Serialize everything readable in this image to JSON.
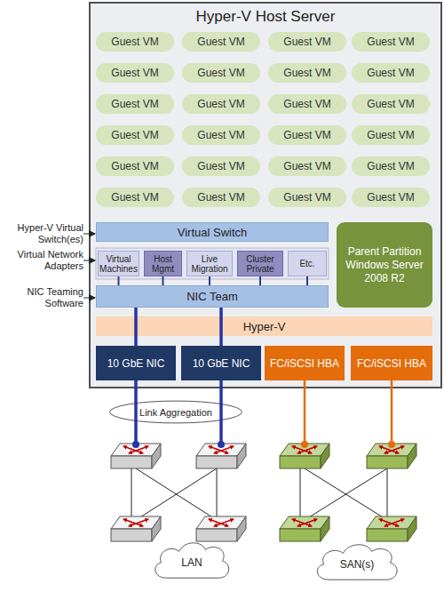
{
  "diagram": {
    "nodes": [
      {
        "text": [
          "Hyper-V Host Server"
        ]
      },
      {
        "text": [
          "Guest VM"
        ],
        "in": 0
      },
      {
        "text": [
          "Guest VM"
        ],
        "in": 0
      },
      {
        "text": [
          "Guest VM"
        ],
        "in": 0
      },
      {
        "text": [
          "Guest VM"
        ],
        "in": 0
      },
      {
        "text": [
          "Guest VM"
        ],
        "in": 0
      },
      {
        "text": [
          "Guest VM"
        ],
        "in": 0
      },
      {
        "text": [
          "Guest VM"
        ],
        "in": 0
      },
      {
        "text": [
          "Guest VM"
        ],
        "in": 0
      },
      {
        "text": [
          "Guest VM"
        ],
        "in": 0
      },
      {
        "text": [
          "Guest VM"
        ],
        "in": 0
      },
      {
        "text": [
          "Guest VM"
        ],
        "in": 0
      },
      {
        "text": [
          "Guest VM"
        ],
        "in": 0
      },
      {
        "text": [
          "Guest VM"
        ],
        "in": 0
      },
      {
        "text": [
          "Guest VM"
        ],
        "in": 0
      },
      {
        "text": [
          "Guest VM"
        ],
        "in": 0
      },
      {
        "text": [
          "Guest VM"
        ],
        "in": 0
      },
      {
        "text": [
          "Guest VM"
        ],
        "in": 0
      },
      {
        "text": [
          "Guest VM"
        ],
        "in": 0
      },
      {
        "text": [
          "Guest VM"
        ],
        "in": 0
      },
      {
        "text": [
          "Guest VM"
        ],
        "in": 0
      },
      {
        "text": [
          "Guest VM"
        ],
        "in": 0
      },
      {
        "text": [
          "Guest VM"
        ],
        "in": 0
      },
      {
        "text": [
          "Guest VM"
        ],
        "in": 0
      },
      {
        "text": [
          "Guest VM"
        ],
        "in": 0
      },
      {
        "text": [
          "Virtual Switch"
        ],
        "in": 0
      },
      {
        "text": [
          "Parent Partition Windows Server 2008 R2"
        ],
        "in": 0
      },
      {
        "text": [
          "Virtual Machines"
        ],
        "in": 0
      },
      {
        "text": [
          "Host Mgmt"
        ],
        "in": 0
      },
      {
        "text": [
          "Live Migration"
        ],
        "in": 0
      },
      {
        "text": [
          "Cluster Private"
        ],
        "in": 0
      },
      {
        "text": [
          "Etc."
        ],
        "in": 0
      },
      {
        "text": [
          "NIC Team"
        ],
        "in": 0
      },
      {
        "text": [
          "Hyper-V"
        ],
        "in": 0
      },
      {
        "text": [
          "10 GbE NIC"
        ],
        "in": 0
      },
      {
        "text": [
          "10 GbE NIC"
        ],
        "in": 0
      },
      {
        "text": [
          "FC/iSCSI HBA"
        ],
        "in": 0
      },
      {
        "text": [
          "FC/iSCSI HBA"
        ],
        "in": 0
      },
      {
        "text": [
          "Link Aggregation"
        ]
      },
      {
        "text": [
          "LAN"
        ]
      },
      {
        "text": [
          "SAN(s)"
        ]
      }
    ],
    "edges": [
      {
        "from": 27,
        "to": 32,
        "arrow": "none"
      },
      {
        "from": 28,
        "to": 32,
        "arrow": "none"
      },
      {
        "from": 29,
        "to": 32,
        "arrow": "none"
      },
      {
        "from": 30,
        "to": 32,
        "arrow": "none"
      },
      {
        "from": 31,
        "to": 32,
        "arrow": "none"
      },
      {
        "from": 32,
        "to": 34,
        "arrow": "none"
      },
      {
        "from": 32,
        "to": 35,
        "arrow": "none"
      }
    ],
    "labels": [
      "Hyper-V Virtual Switch(es)",
      "Virtual Network Adapters",
      "NIC Teaming Software"
    ]
  }
}
